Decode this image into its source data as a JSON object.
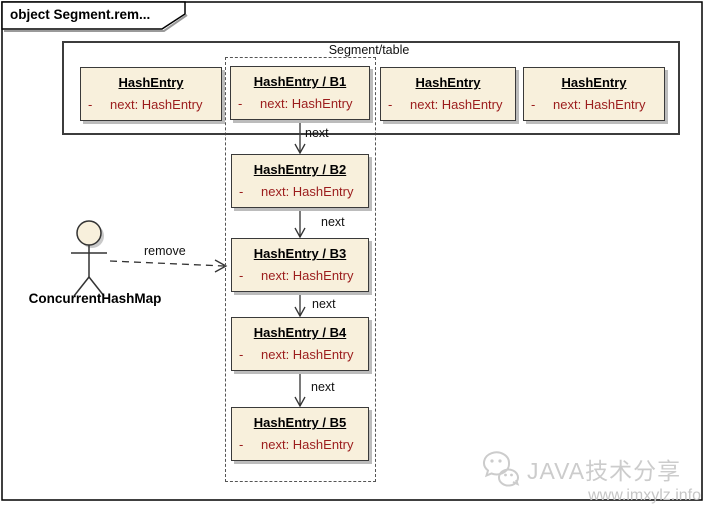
{
  "frame": {
    "title": "object Segment.rem..."
  },
  "segment_table": {
    "label": "Segment/table",
    "entries": [
      {
        "title": "HashEntry",
        "visibility": "-",
        "attribute": "next:  HashEntry"
      },
      {
        "title": "HashEntry / B1",
        "visibility": "-",
        "attribute": "next:  HashEntry"
      },
      {
        "title": "HashEntry",
        "visibility": "-",
        "attribute": "next:  HashEntry"
      },
      {
        "title": "HashEntry",
        "visibility": "-",
        "attribute": "next:  HashEntry"
      }
    ]
  },
  "chain": {
    "entries": [
      {
        "title": "HashEntry / B2",
        "visibility": "-",
        "attribute": "next:  HashEntry"
      },
      {
        "title": "HashEntry / B3",
        "visibility": "-",
        "attribute": "next:  HashEntry"
      },
      {
        "title": "HashEntry / B4",
        "visibility": "-",
        "attribute": "next:  HashEntry"
      },
      {
        "title": "HashEntry / B5",
        "visibility": "-",
        "attribute": "next:  HashEntry"
      }
    ],
    "link_labels": [
      "next",
      "next",
      "next",
      "next"
    ]
  },
  "actor": {
    "label": "ConcurrentHashMap",
    "message_label": "remove"
  },
  "watermark": {
    "brand": "JAVA技术分享",
    "url": "www.imxylz.info"
  },
  "colors": {
    "box_fill": "#f8f0dc",
    "box_border": "#3a3a3a",
    "attribute_text": "#9b1c1c",
    "shadow": "#bcbcbc",
    "frame_border": "#000000",
    "watermark_text": "#cccccc"
  }
}
